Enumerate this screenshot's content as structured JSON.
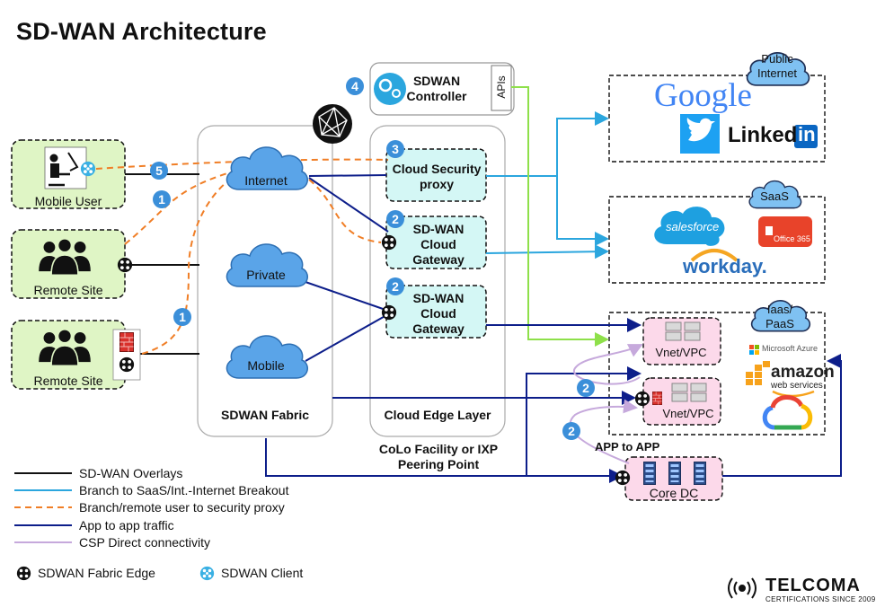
{
  "title": "SD-WAN Architecture",
  "controller": {
    "label_line1": "SDWAN",
    "label_line2": "Controller",
    "apis": "APIs",
    "step": "4"
  },
  "sites": {
    "mobile_user": "Mobile User",
    "remote_site_1": "Remote Site",
    "remote_site_2": "Remote Site"
  },
  "fabric": {
    "label": "SDWAN Fabric",
    "internet": "Internet",
    "private": "Private",
    "mobile": "Mobile"
  },
  "edge": {
    "label": "Cloud Edge Layer",
    "security_proxy_line1": "Cloud Security",
    "security_proxy_line2": "proxy",
    "security_step": "3",
    "gw1_line1": "SD-WAN",
    "gw1_line2": "Cloud",
    "gw1_line3": "Gateway",
    "gw1_step": "2",
    "gw2_line1": "SD-WAN",
    "gw2_line2": "Cloud",
    "gw2_line3": "Gateway",
    "gw2_step": "2",
    "colo_line1": "CoLo Facility or IXP",
    "colo_line2": "Peering Point"
  },
  "steps": {
    "s5": "5",
    "s1a": "1",
    "s1b": "1",
    "s2a": "2",
    "s2b": "2"
  },
  "public_internet": {
    "cloud_line1": "Public",
    "cloud_line2": "Internet",
    "google": "Google",
    "linkedin": "Linked",
    "linkedin_in": "in"
  },
  "saas": {
    "cloud": "SaaS",
    "salesforce": "salesforce",
    "office365": "Office 365",
    "workday": "workday."
  },
  "iaas": {
    "cloud_line1": "Iaas/",
    "cloud_line2": "PaaS",
    "vnet1": "Vnet/VPC",
    "vnet2": "Vnet/VPC",
    "azure": "Microsoft Azure",
    "amazon": "amazon",
    "aws_sub": "web services"
  },
  "app_to_app": "APP to APP",
  "core_dc": "Core DC",
  "legend": {
    "overlays": "SD-WAN Overlays",
    "breakout": "Branch to SaaS/Int.-Internet Breakout",
    "proxy": "Branch/remote user to security proxy",
    "app": "App to app traffic",
    "csp": "CSP Direct connectivity",
    "fabric_edge": "SDWAN Fabric Edge",
    "client": "SDWAN Client"
  },
  "brand": {
    "name": "TELCOMA",
    "tagline": "CERTIFICATIONS SINCE 2009"
  },
  "colors": {
    "green_fill": "#dff5c5",
    "cyan_fill": "#d4f7f5",
    "pink_fill": "#fcd9ea",
    "cloud_fill": "#5aa4e8",
    "line_overlay": "#111111",
    "line_breakout": "#2ba6de",
    "line_proxy": "#f07e26",
    "line_app": "#0d1e8a",
    "line_csp": "#c6a9dc",
    "line_api": "#8ee04a",
    "step_badge": "#3b8fd9"
  }
}
